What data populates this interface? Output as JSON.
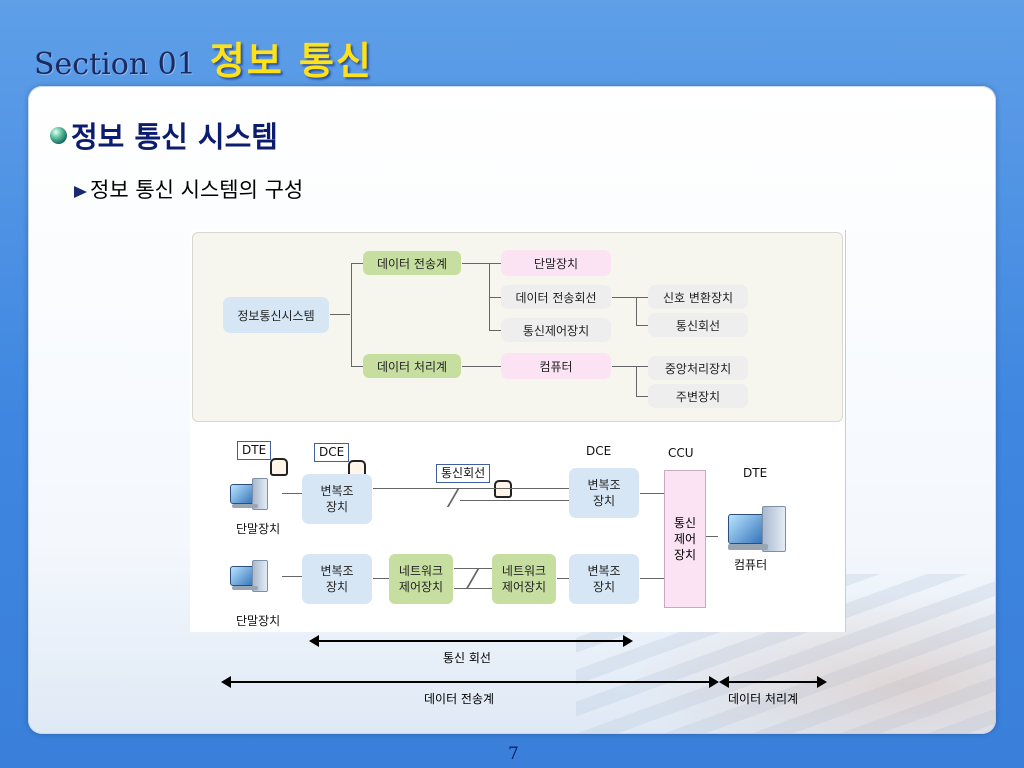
{
  "section": {
    "label": "Section 01",
    "name": "정보 통신"
  },
  "heading": "정보 통신 시스템",
  "subheading": "정보 통신 시스템의 구성",
  "hierarchy": {
    "root": "정보통신시스템",
    "transmission": "데이터 전송계",
    "processing": "데이터 처리계",
    "terminal": "단말장치",
    "line": "데이터 전송회선",
    "control": "통신제어장치",
    "signal_converter": "신호 변환장치",
    "comm_line": "통신회선",
    "computer": "컴퓨터",
    "cpu": "중앙처리장치",
    "peripheral": "주변장치"
  },
  "network": {
    "dte_tag": "DTE",
    "dce_tag": "DCE",
    "line_tag": "통신회선",
    "dce_label": "DCE",
    "ccu_label": "CCU",
    "dte_label": "DTE",
    "modem": "변복조\n장치",
    "nw_control": "네트워크\n제어장치",
    "comm_control": "통신\n제어\n장치",
    "terminal": "단말장치",
    "computer": "컴퓨터"
  },
  "arrows": {
    "comm_line": "통신 회선",
    "transmission": "데이터 전송계",
    "processing": "데이터 처리계"
  },
  "page_number": "7"
}
